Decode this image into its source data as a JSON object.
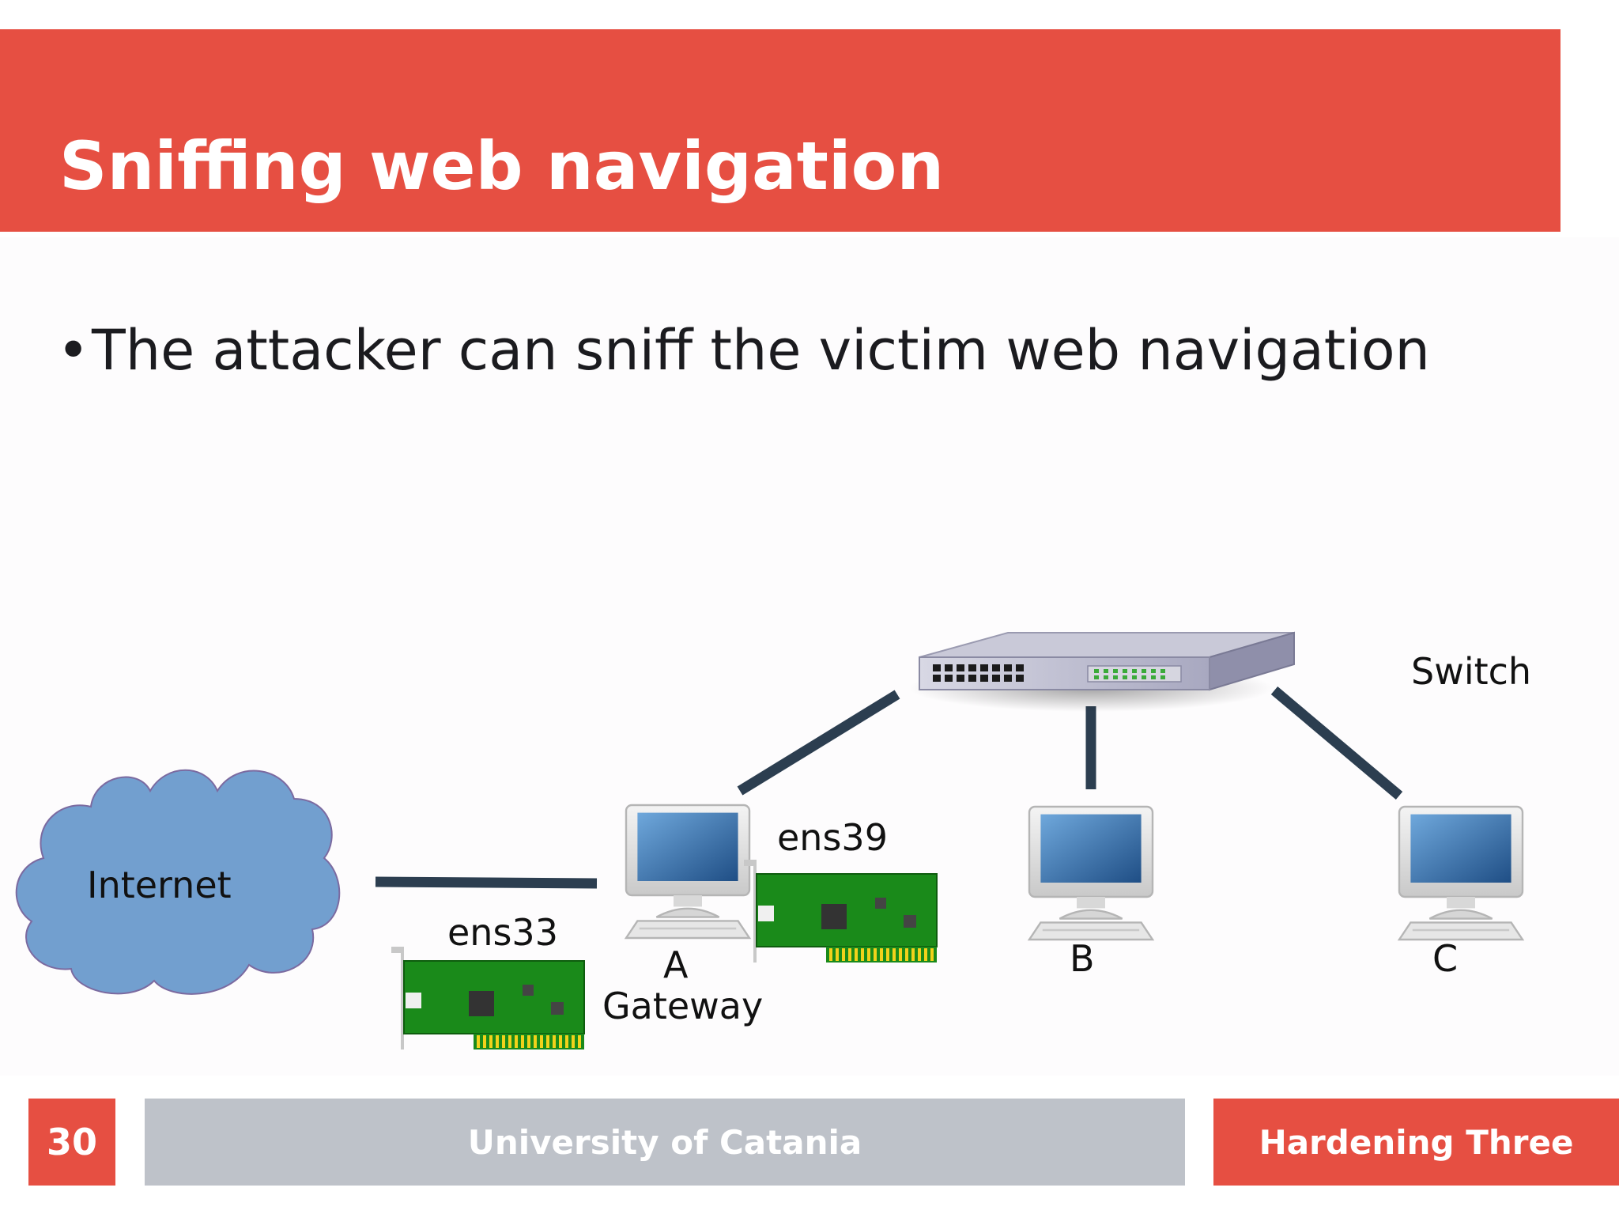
{
  "slide": {
    "title": "Sniffing web navigation",
    "bullets": [
      "The attacker can sniff the victim web navigation"
    ]
  },
  "diagram": {
    "labels": {
      "internet": "Internet",
      "switch": "Switch",
      "nic_left": "ens33",
      "nic_right": "ens39",
      "host_a": "A",
      "host_a_role": "Gateway",
      "host_b": "B",
      "host_c": "C"
    },
    "colors": {
      "cloud": "#729fcf",
      "link": "#2c3e50",
      "nic_board": "#1a8a1a",
      "monitor_screen": "#2f6aa6"
    },
    "icons": [
      "cloud-icon",
      "switch-icon",
      "computer-icon",
      "network-card-icon"
    ]
  },
  "footer": {
    "page_number": "30",
    "institution": "University of Catania",
    "course": "Hardening Three"
  },
  "theme": {
    "accent": "#e64f42",
    "footer_gray": "#bec2c9"
  }
}
